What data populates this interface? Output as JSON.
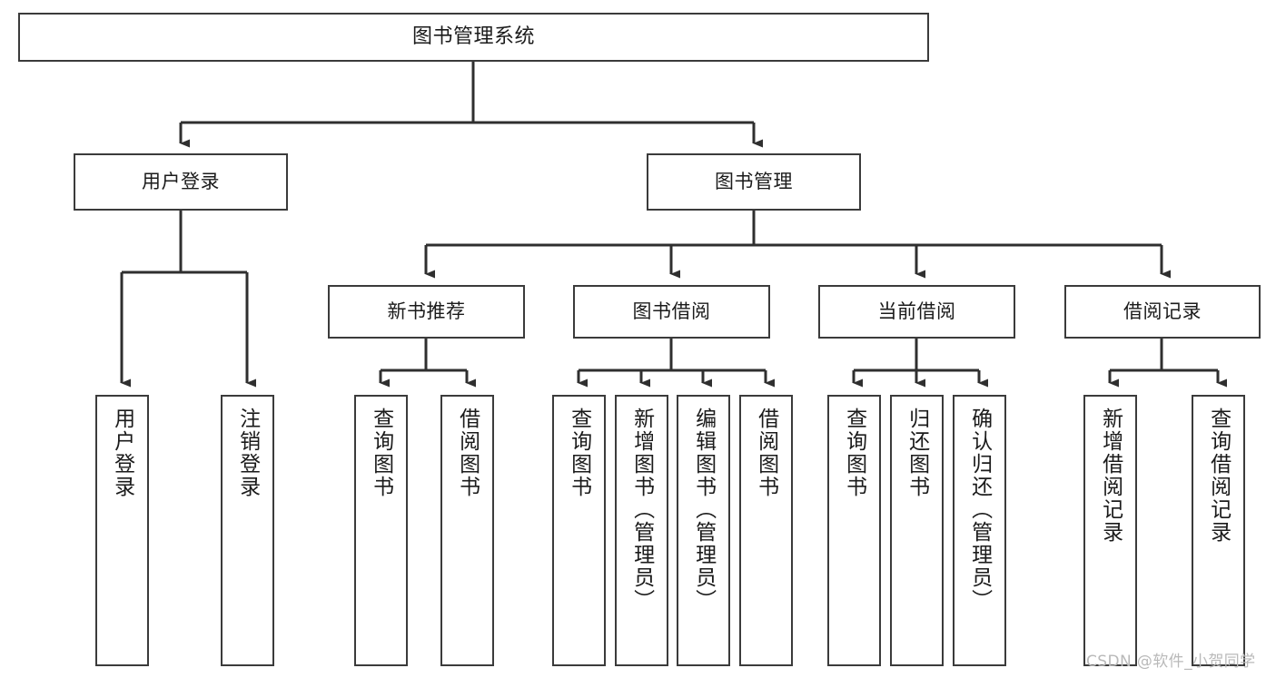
{
  "diagram": {
    "title": "图书管理系统",
    "type": "tree-hierarchy-diagram",
    "colors": {
      "box_border": "#3b3b3b",
      "box_fill": "#ffffff",
      "connector": "#2f2f2f",
      "text": "#1b1b1b",
      "watermark": "#b9b9b9",
      "background": "#ffffff"
    }
  },
  "watermark": {
    "text": "CSDN @软件_小贺同学"
  },
  "nodes": {
    "root": {
      "label": "图书管理系统"
    },
    "level2": [
      {
        "label": "用户登录"
      },
      {
        "label": "图书管理"
      }
    ],
    "level3": [
      {
        "label": "新书推荐"
      },
      {
        "label": "图书借阅"
      },
      {
        "label": "当前借阅"
      },
      {
        "label": "借阅记录"
      }
    ],
    "leaves": {
      "user_login": [
        {
          "label": "用户登录"
        },
        {
          "label": "注销登录"
        }
      ],
      "new_book_recommend": [
        {
          "label": "查询图书"
        },
        {
          "label": "借阅图书"
        }
      ],
      "book_borrow": [
        {
          "label": "查询图书"
        },
        {
          "label": "新增图书（管理员）"
        },
        {
          "label": "编辑图书（管理员）"
        },
        {
          "label": "借阅图书"
        }
      ],
      "current_borrow": [
        {
          "label": "查询图书"
        },
        {
          "label": "归还图书"
        },
        {
          "label": "确认归还（管理员）"
        }
      ],
      "borrow_record": [
        {
          "label": "新增借阅记录"
        },
        {
          "label": "查询借阅记录"
        }
      ]
    }
  },
  "chart_data": {
    "type": "tree",
    "title": "图书管理系统",
    "edges": [
      {
        "from": "图书管理系统",
        "to": "用户登录"
      },
      {
        "from": "图书管理系统",
        "to": "图书管理"
      },
      {
        "from": "用户登录",
        "to": "用户登录"
      },
      {
        "from": "用户登录",
        "to": "注销登录"
      },
      {
        "from": "图书管理",
        "to": "新书推荐"
      },
      {
        "from": "图书管理",
        "to": "图书借阅"
      },
      {
        "from": "图书管理",
        "to": "当前借阅"
      },
      {
        "from": "图书管理",
        "to": "借阅记录"
      },
      {
        "from": "新书推荐",
        "to": "查询图书"
      },
      {
        "from": "新书推荐",
        "to": "借阅图书"
      },
      {
        "from": "图书借阅",
        "to": "查询图书"
      },
      {
        "from": "图书借阅",
        "to": "新增图书（管理员）"
      },
      {
        "from": "图书借阅",
        "to": "编辑图书（管理员）"
      },
      {
        "from": "图书借阅",
        "to": "借阅图书"
      },
      {
        "from": "当前借阅",
        "to": "查询图书"
      },
      {
        "from": "当前借阅",
        "to": "归还图书"
      },
      {
        "from": "当前借阅",
        "to": "确认归还（管理员）"
      },
      {
        "from": "借阅记录",
        "to": "新增借阅记录"
      },
      {
        "from": "借阅记录",
        "to": "查询借阅记录"
      }
    ],
    "depth": 4
  }
}
